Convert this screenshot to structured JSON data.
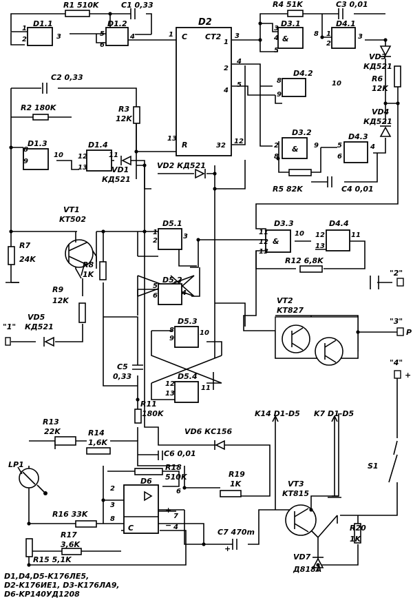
{
  "labels": {
    "r1": "R1 510K",
    "c1": "C1 0,33",
    "d2": "D2",
    "ct2": "CT2",
    "c": "C",
    "r": "R",
    "r4": "R4 51K",
    "c3": "C3 0,01",
    "d11": "D1.1",
    "d12": "D1.2",
    "d13": "D1.3",
    "d14": "D1.4",
    "d31": "D3.1",
    "d32": "D3.2",
    "d33": "D3.3",
    "d41": "D4.1",
    "d42": "D4.2",
    "d43": "D4.3",
    "d44": "D4.4",
    "d51": "D5.1",
    "d52": "D5.2",
    "d53": "D5.3",
    "d54": "D5.4",
    "d6": "D6",
    "vd3": "VD3",
    "vd3t": "КД521",
    "r6": "R6",
    "r6v": "12K",
    "vd4": "VD4",
    "vd4t": "КД521",
    "c2": "C2 0,33",
    "r2": "R2 180K",
    "r3": "R3",
    "r3v": "12K",
    "vd1": "VD1",
    "vd1t": "КД521",
    "vd2": "VD2 КД521",
    "r5": "R5 82K",
    "c4": "C4 0,01",
    "vt1": "VT1",
    "vt1t": "KT502",
    "r7": "R7",
    "r7v": "24K",
    "r8": "R8",
    "r8v": "1K",
    "r9": "R9",
    "r9v": "12K",
    "vd5": "VD5",
    "vd5t": "КД521",
    "t1": "\"1\"",
    "r12": "R12 6,8K",
    "t2": "\"2\"",
    "vt2": "VT2",
    "vt2t": "KT827",
    "t3": "\"3\"",
    "p": "P",
    "t4": "\"4\"",
    "plus4": "+",
    "c5": "C5",
    "c5v": "0,33",
    "r11": "R11",
    "r11v": "180K",
    "r13": "R13",
    "r13v": "22K",
    "r14": "R14",
    "r14v": "1,6K",
    "vd6": "VD6 КС156",
    "k14": "K14 D1-D5",
    "k7": "K7 D1-D5",
    "lp1": "LP1",
    "c6": "C6 0,01",
    "r18": "R18",
    "r18v": "510K",
    "r19": "R19",
    "r19v": "1K",
    "s1": "S1",
    "vt3": "VT3",
    "vt3t": "KT815",
    "r16": "R16 33K",
    "r17": "R17",
    "r17v": "3,6K",
    "c7": "C7 470m",
    "r20": "R20",
    "r20v": "1K",
    "vd7": "VD7",
    "vd7t": "Д818А",
    "r15": "R15 5,1K"
  },
  "legend": [
    "D1,D4,D5-K176ЛЕ5,",
    "D2-K176ИЕ1, D3-K176ЛА9,",
    "D6-KP140УД1208"
  ]
}
